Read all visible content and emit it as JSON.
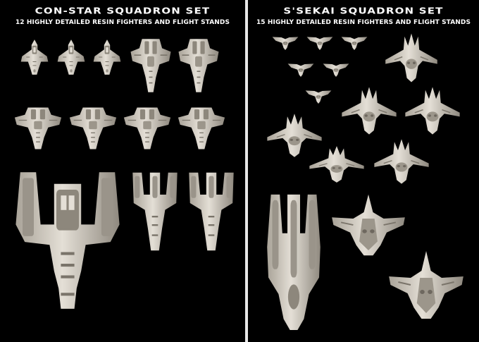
{
  "left_panel": {
    "title": "CON-STAR SQUADRON SET",
    "subtitle": "12 HIGHLY DETAILED RESIN FIGHTERS AND FLIGHT STANDS"
  },
  "right_panel": {
    "title": "S'SEKAI SQUADRON SET",
    "subtitle": "15 HIGHLY DETAILED RESIN FIGHTERS AND FLIGHT STANDS"
  },
  "colors": {
    "background": "#000000",
    "divider": "#e8e8e8",
    "text": "#ffffff",
    "resin": "#e4dfd6",
    "resin_shadow": "#a9a398"
  }
}
